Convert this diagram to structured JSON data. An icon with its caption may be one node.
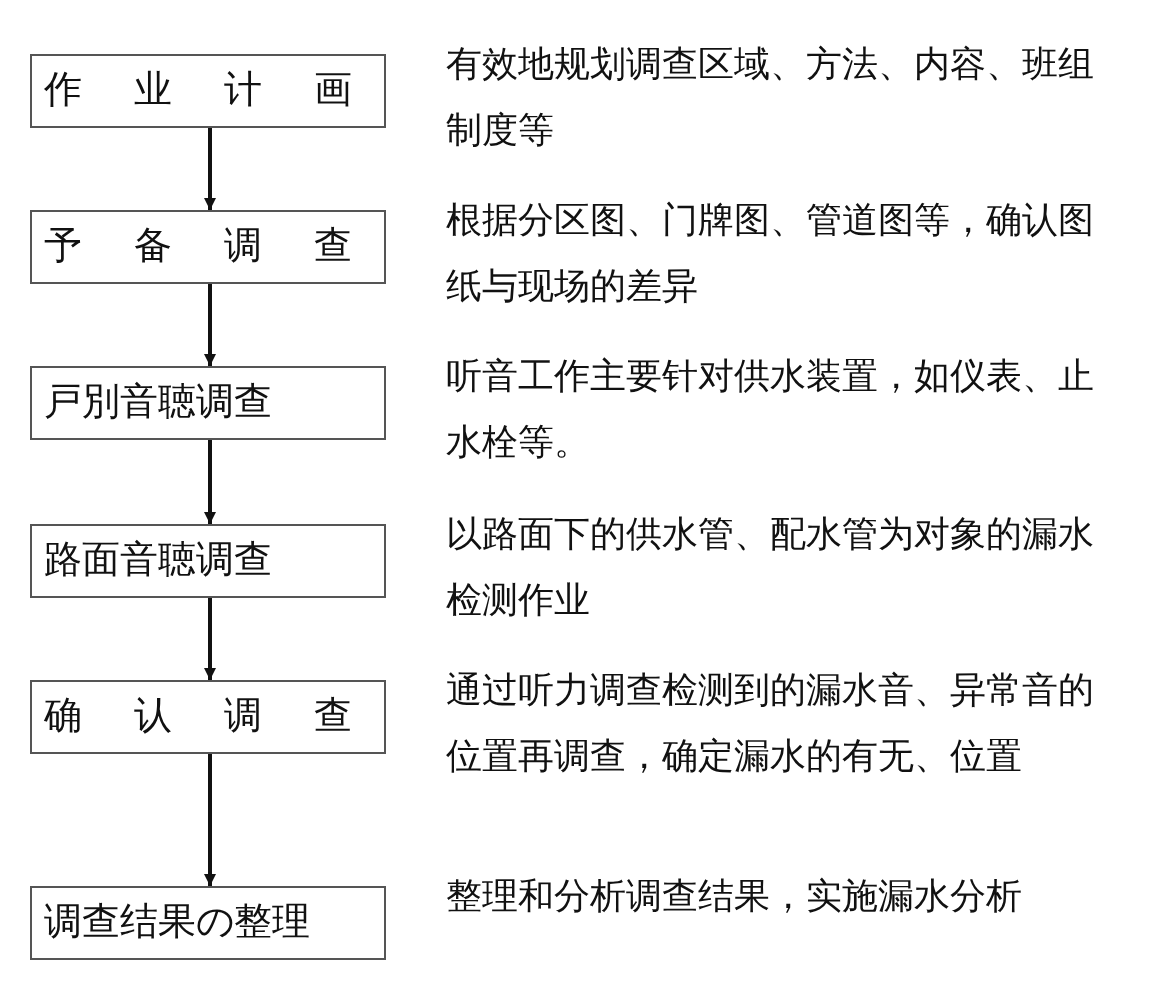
{
  "diagram": {
    "nodes": [
      {
        "text": [
          "作业计画"
        ],
        "beside": [
          "有效地规划调查区域、方法、内容、班组制度等"
        ]
      },
      {
        "text": [
          "予备调查"
        ],
        "beside": [
          "根据分区图、门牌图、管道图等，确认图纸与现场的差异"
        ]
      },
      {
        "text": [
          "戸別音聴调查"
        ],
        "beside": [
          "听音工作主要针对供水装置，如仪表、止水栓等。"
        ]
      },
      {
        "text": [
          "路面音聴调查"
        ],
        "beside": [
          "以路面下的供水管、配水管为对象的漏水检测作业"
        ]
      },
      {
        "text": [
          "确认调查"
        ],
        "beside": [
          "通过听力调查检测到的漏水音、异常音的位置再调查，确定漏水的有无、位置"
        ]
      },
      {
        "text": [
          "调查结果の整理"
        ],
        "beside": [
          "整理和分析调查结果，实施漏水分析"
        ]
      }
    ],
    "edges": [
      {
        "from": 0,
        "to": 1,
        "arrow": "to"
      },
      {
        "from": 1,
        "to": 2,
        "arrow": "to"
      },
      {
        "from": 2,
        "to": 3,
        "arrow": "to"
      },
      {
        "from": 3,
        "to": 4,
        "arrow": "to"
      },
      {
        "from": 4,
        "to": 5,
        "arrow": "to"
      }
    ]
  }
}
